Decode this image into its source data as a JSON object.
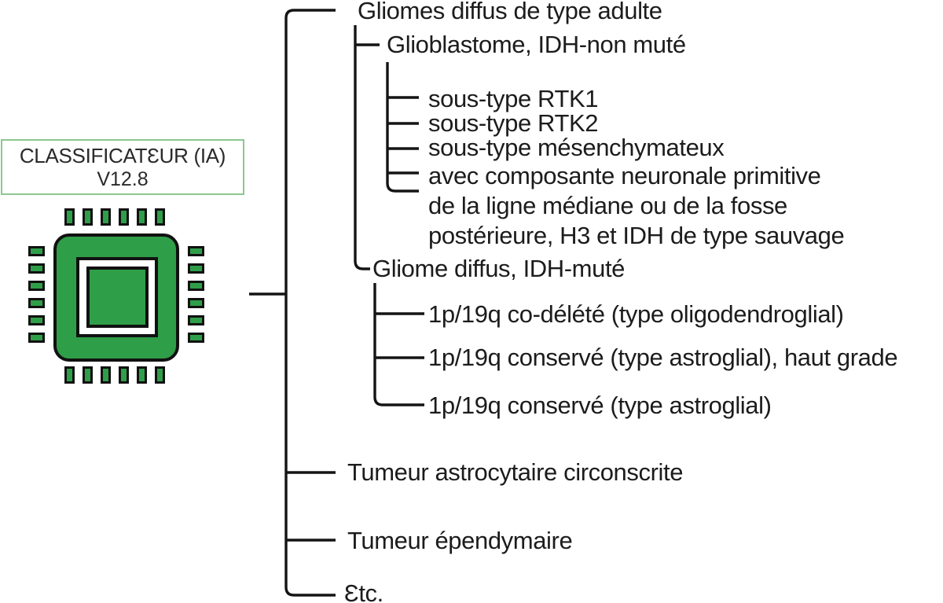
{
  "classifier": {
    "title": "CLASSIFICATƐUR (IA)",
    "version": "V12.8",
    "icon": "chip-icon",
    "chip_color": "#2f9e48",
    "chip_outline": "#111111",
    "box_border_color": "#8cc88f"
  },
  "line_color": "#141414",
  "tree": {
    "items": [
      {
        "label": "Gliomes diffus de type adulte",
        "children": [
          {
            "label": "Glioblastome, IDH-non muté",
            "children": [
              {
                "label": "sous-type RTK1"
              },
              {
                "label": "sous-type RTK2"
              },
              {
                "label": "sous-type mésenchymateux"
              },
              {
                "label": "avec composante neuronale primitive"
              },
              {
                "lines": [
                  "de la ligne médiane ou de la fosse",
                  "postérieure, H3 et IDH de type sauvage"
                ]
              }
            ]
          },
          {
            "label": "Gliome diffus, IDH-muté",
            "children": [
              {
                "label": "1p/19q co-délété (type oligodendroglial)"
              },
              {
                "label": "1p/19q conservé (type astroglial), haut grade"
              },
              {
                "label": "1p/19q conservé (type astroglial)"
              }
            ]
          }
        ]
      },
      {
        "label": "Tumeur astrocytaire circonscrite"
      },
      {
        "label": "Tumeur épendymaire"
      },
      {
        "label": "Ɛtc."
      }
    ]
  }
}
